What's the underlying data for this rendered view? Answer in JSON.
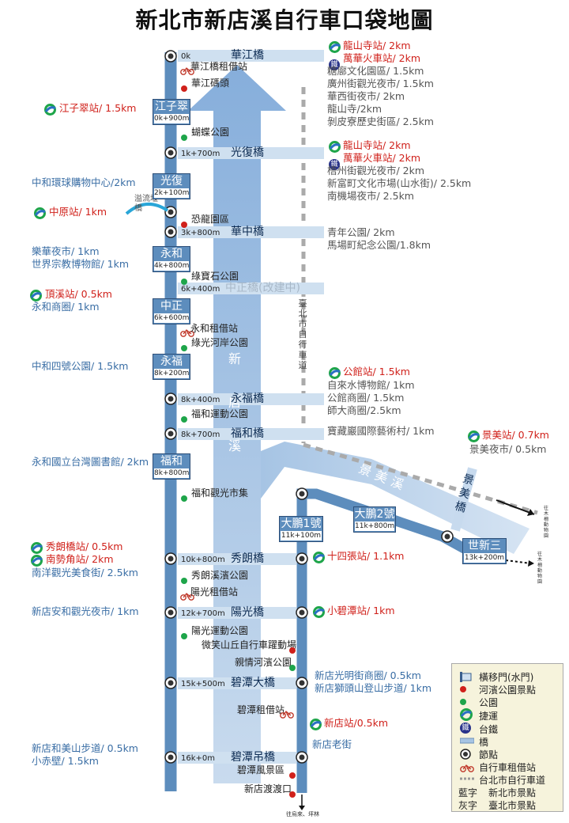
{
  "title": "新北市新店溪自行車口袋地圖",
  "river_label": "新店溪",
  "river2_label": "景美溪",
  "taipei_path_label": "臺北市自行車道",
  "jingmei_bridge_label": "景美橋",
  "weir_label": "溢流堰橋",
  "colors": {
    "route": "#5d8dbd",
    "gate": "#cfe0f0",
    "metro_red": "#d0211b",
    "park_green": "#1ea54a"
  },
  "bridges": [
    {
      "name": "華江橋",
      "km": "0k"
    },
    {
      "name": "光復橋",
      "km": "1k+700m"
    },
    {
      "name": "華中橋",
      "km": "3k+800m"
    },
    {
      "name": "中正橋(改建中)",
      "km": "6k+400m"
    },
    {
      "name": "永福橋",
      "km": "8k+400m"
    },
    {
      "name": "福和橋",
      "km": "8k+700m"
    },
    {
      "name": "秀朗橋",
      "km": "10k+800m"
    },
    {
      "name": "陽光橋",
      "km": "12k+700m"
    },
    {
      "name": "碧潭大橋",
      "km": "15k+500m"
    },
    {
      "name": "碧潭吊橋",
      "km": "16k+0m"
    }
  ],
  "gates": [
    {
      "name": "江子翠",
      "km": "0k+900m"
    },
    {
      "name": "光復",
      "km": "2k+100m"
    },
    {
      "name": "永和",
      "km": "4k+800m"
    },
    {
      "name": "中正",
      "km": "6k+600m"
    },
    {
      "name": "永福",
      "km": "8k+200m"
    },
    {
      "name": "福和",
      "km": "8k+800m"
    },
    {
      "name": "大鵬1號",
      "km": "11k+100m"
    },
    {
      "name": "大鵬2號",
      "km": "11k+800m"
    },
    {
      "name": "世新三",
      "km": "13k+200m"
    }
  ],
  "route_pois": {
    "p1": "華江橋租借站",
    "p2": "華江碼頭",
    "p3": "蝴蝶公園",
    "p4": "恐龍園區",
    "p5": "綠寶石公園",
    "p6": "永和租借站",
    "p7": "綠光河岸公園",
    "p8": "福和運動公園",
    "p9": "福和觀光市集",
    "p10": "秀朗溪濱公園",
    "p11": "陽光租借站",
    "p12": "陽光運動公園",
    "p13": "微笑山丘自行車躍動場",
    "p14": "親情河濱公園",
    "p15": "碧潭租借站",
    "p16": "碧潭風景區",
    "p17": "新店渡渡口"
  },
  "right_labels": {
    "r1": "龍山寺站/ 2km",
    "r2": "萬華火車站/ 2km",
    "r3": "糖廍文化園區/ 1.5km",
    "r4": "廣州街觀光夜市/ 1.5km",
    "r5": "華西街夜市/ 2km",
    "r6": "龍山寺/2km",
    "r7": "剝皮寮歷史街區/ 2.5km",
    "r8": "龍山寺站/ 2km",
    "r9": "萬華火車站/ 2km",
    "r10": "梧州街觀光夜市/ 2km",
    "r11": "新富町文化市場(山水街)/ 2.5km",
    "r12": "南機場夜市/ 2.5km",
    "r13": "青年公園/ 2km",
    "r14": "馬場町紀念公園/1.8km",
    "r15": "公館站/ 1.5km",
    "r16": "自來水博物館/ 1km",
    "r17": "公館商圈/ 1.5km",
    "r18": "師大商圈/2.5km",
    "r19": "寶藏巖國際藝術村/ 1km",
    "r20": "景美站/ 0.7km",
    "r21": "景美夜市/ 0.5km",
    "r22": "十四張站/ 1.1km",
    "r23": "小碧潭站/ 1km",
    "r24": "新店光明街商圈/ 0.5km",
    "r25": "新店獅頭山登山步道/ 1km",
    "r26": "新店站/0.5km",
    "r27": "新店老街"
  },
  "left_labels": {
    "l1": "江子翠站/ 1.5km",
    "l2": "中和環球購物中心/2km",
    "l3": "中原站/ 1km",
    "l4": "樂華夜市/ 1km",
    "l5": "世界宗教博物館/ 1km",
    "l6": "頂溪站/ 0.5km",
    "l7": "永和商圈/ 1km",
    "l8": "中和四號公園/ 1.5km",
    "l9": "永和國立台灣圖書館/ 2km",
    "l10": "秀朗橋站/ 0.5km",
    "l11": "南勢角站/ 2km",
    "l12": "南洋觀光美食街/ 2.5km",
    "l13": "新店安和觀光夜市/ 1km",
    "l14": "新店和美山步道/ 0.5km",
    "l15": "小赤壁/ 1.5km"
  },
  "arrows": {
    "muzha1": "往木柵動物園",
    "muzha2": "往木柵動物園",
    "wulai": "往烏來、坪林"
  },
  "legend": {
    "gate": "橫移門(水門)",
    "riverside": "河濱公園景點",
    "park": "公園",
    "metro": "捷運",
    "rail": "台鐵",
    "bridge": "橋",
    "node": "節點",
    "bike": "自行車租借站",
    "taipei_path": "台北市自行車道",
    "blue_key": "藍字",
    "blue_desc": "新北市景點",
    "gray_key": "灰字",
    "gray_desc": "臺北市景點",
    "rail_symbol": "鐵"
  }
}
